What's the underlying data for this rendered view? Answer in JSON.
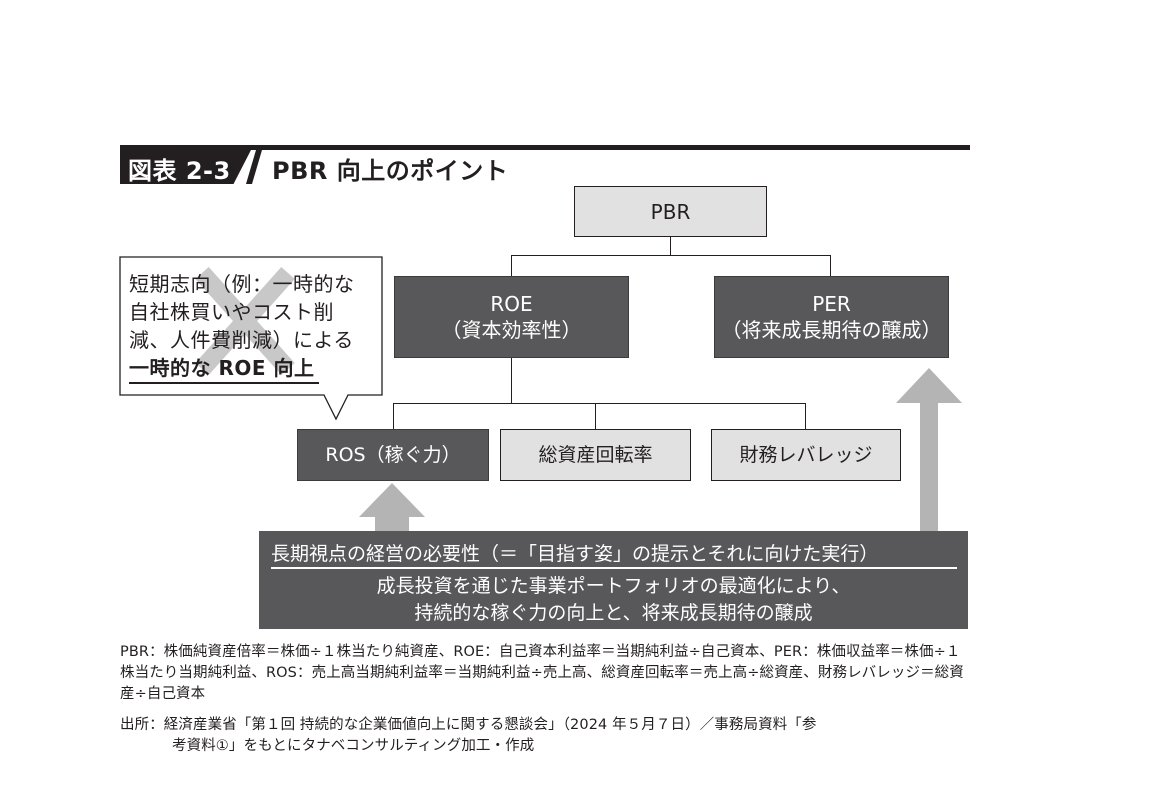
{
  "title": {
    "figure_number": "図表 2-3",
    "text": "PBR 向上のポイント"
  },
  "nodes": {
    "pbr": {
      "label": "PBR"
    },
    "roe": {
      "label": "ROE",
      "sub": "（資本効率性）"
    },
    "per": {
      "label": "PER",
      "sub": "（将来成長期待の醸成）"
    },
    "ros": {
      "label": "ROS（稼ぐ力）"
    },
    "asset_turnover": {
      "label": "総資産回転率"
    },
    "leverage": {
      "label": "財務レバレッジ"
    }
  },
  "bubble": {
    "line1": "短期志向（例：一時的な",
    "line2": "自社株買いやコスト削",
    "line3": "減、人件費削減）による",
    "line4_bold": "一時的な ROE 向上",
    "mark": "cross-mark"
  },
  "bottom_box": {
    "heading": "長期視点の経営の必要性（＝「目指す姿」の提示とそれに向けた実行）",
    "line2": "成長投資を通じた事業ポートフォリオの最適化により、",
    "line3": "持続的な稼ぐ力の向上と、将来成長期待の醸成"
  },
  "arrows": [
    {
      "name": "arrow-to-ros",
      "direction": "up",
      "target": "ROS（稼ぐ力）"
    },
    {
      "name": "arrow-to-per",
      "direction": "up",
      "target": "PER"
    }
  ],
  "notes": {
    "definitions": "PBR：株価純資産倍率＝株価÷１株当たり純資産、ROE：自己資本利益率＝当期純利益÷自己資本、PER：株価収益率＝株価÷１株当たり当期純利益、ROS：売上高当期純利益率＝当期純利益÷売上高、総資産回転率＝売上高÷総資産、財務レバレッジ＝総資産÷自己資本",
    "source_line1": "出所：経済産業省「第１回 持続的な企業価値向上に関する懇談会」（2024 年５月７日）／事務局資料「参",
    "source_line2": "考資料①」をもとにタナベコンサルティング加工・作成"
  },
  "colors": {
    "dark_box": "#58585a",
    "light_box": "#e1e1e1",
    "arrow": "#b4b4b4",
    "ink": "#231f20"
  }
}
